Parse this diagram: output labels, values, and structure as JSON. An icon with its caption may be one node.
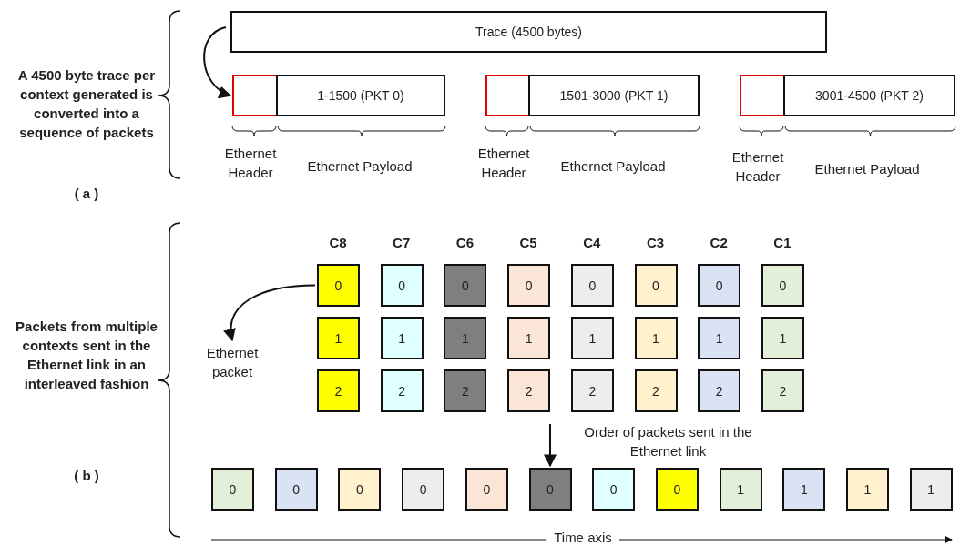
{
  "diagram": {
    "nodes": [
      {
        "text": [
          "Trace (4500 bytes)"
        ]
      },
      {
        "text": [],
        "shape": "box"
      },
      {
        "text": [
          "1-1500 (PKT 0)"
        ]
      },
      {
        "text": [],
        "shape": "box"
      },
      {
        "text": [
          "1501-3000 (PKT 1)"
        ]
      },
      {
        "text": [],
        "shape": "box"
      },
      {
        "text": [
          "3001-4500 (PKT 2)"
        ]
      },
      {
        "text": [
          "0"
        ]
      },
      {
        "text": [
          "0"
        ]
      },
      {
        "text": [
          "0"
        ]
      },
      {
        "text": [
          "0"
        ]
      },
      {
        "text": [
          "0"
        ]
      },
      {
        "text": [
          "0"
        ]
      },
      {
        "text": [
          "0"
        ]
      },
      {
        "text": [
          "0"
        ]
      },
      {
        "text": [
          "1"
        ]
      },
      {
        "text": [
          "1"
        ]
      },
      {
        "text": [
          "1"
        ]
      },
      {
        "text": [
          "1"
        ]
      },
      {
        "text": [
          "1"
        ]
      },
      {
        "text": [
          "1"
        ]
      },
      {
        "text": [
          "1"
        ]
      },
      {
        "text": [
          "1"
        ]
      },
      {
        "text": [
          "2"
        ]
      },
      {
        "text": [
          "2"
        ]
      },
      {
        "text": [
          "2"
        ]
      },
      {
        "text": [
          "2"
        ]
      },
      {
        "text": [
          "2"
        ]
      },
      {
        "text": [
          "2"
        ]
      },
      {
        "text": [
          "2"
        ]
      },
      {
        "text": [
          "2"
        ]
      },
      {
        "text": [
          "Ethernet packet"
        ]
      },
      {
        "text": [
          "0"
        ]
      },
      {
        "text": [
          "0"
        ]
      },
      {
        "text": [
          "0"
        ]
      },
      {
        "text": [
          "0"
        ]
      },
      {
        "text": [
          "0"
        ]
      },
      {
        "text": [
          "0"
        ]
      },
      {
        "text": [
          "0"
        ]
      },
      {
        "text": [
          "0"
        ]
      },
      {
        "text": [
          "1"
        ]
      },
      {
        "text": [
          "1"
        ]
      },
      {
        "text": [
          "1"
        ]
      },
      {
        "text": [
          "1"
        ]
      }
    ],
    "edges": [
      {
        "from": 0,
        "to": 1,
        "arrow": "to"
      },
      {
        "from": 7,
        "to": 31,
        "arrow": "to"
      },
      {
        "from": null,
        "to": 37,
        "arrow": "to",
        "label": "Order of packets sent in the Ethernet link"
      }
    ],
    "labels": [
      "A 4500 byte trace per context generated is converted into a sequence of packets",
      "( a )",
      "Ethernet Header",
      "Ethernet Payload",
      "Ethernet Header",
      "Ethernet Payload",
      "Ethernet Header",
      "Ethernet Payload",
      "Packets from multiple contexts sent in the Ethernet link in an interleaved fashion",
      "( b )",
      "C8",
      "C7",
      "C6",
      "C5",
      "C4",
      "C3",
      "C2",
      "C1",
      "Time axis"
    ]
  }
}
